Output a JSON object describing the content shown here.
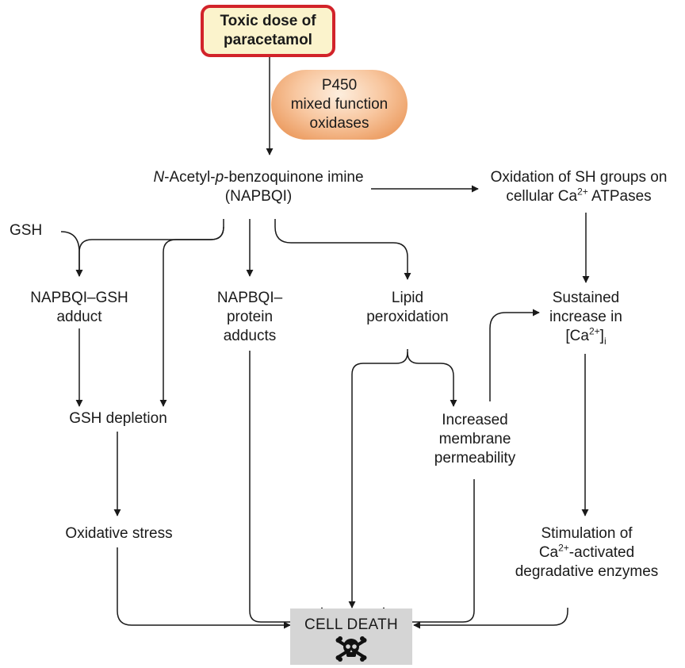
{
  "nodes": {
    "toxic_dose": {
      "line1": "Toxic dose of",
      "line2": "paracetamol"
    },
    "p450": {
      "line1": "P450",
      "line2": "mixed function",
      "line3": "oxidases"
    },
    "napbqi": {
      "prefix1": "N",
      "sep1": "-Acetyl-",
      "prefix2": "p",
      "rest": "-benzoquinone imine",
      "line2": "(NAPBQI)"
    },
    "oxidation_sh": {
      "line1": "Oxidation of SH groups on",
      "line2_pre": "cellular Ca",
      "line2_sup": "2+",
      "line2_post": " ATPases"
    },
    "gsh": "GSH",
    "napbqi_gsh": {
      "line1": "NAPBQI–GSH",
      "line2": "adduct"
    },
    "napbqi_protein": {
      "line1": "NAPBQI–",
      "line2": "protein",
      "line3": "adducts"
    },
    "lipid_perox": {
      "line1": "Lipid",
      "line2": "peroxidation"
    },
    "sustained_ca": {
      "line1": "Sustained",
      "line2": "increase in",
      "line3_pre": "[Ca",
      "line3_sup": "2+",
      "line3_post": "]",
      "line3_sub": "i"
    },
    "gsh_depletion": "GSH depletion",
    "membrane_perm": {
      "line1": "Increased",
      "line2": "membrane",
      "line3": "permeability"
    },
    "oxidative_stress": "Oxidative stress",
    "stimulation": {
      "line1": "Stimulation of",
      "line2_pre": "Ca",
      "line2_sup": "2+",
      "line2_post": "-activated",
      "line3": "degradative enzymes"
    },
    "cell_death": "CELL DEATH"
  },
  "icons": {
    "cell_death_icon": "skull-crossbones-icon"
  },
  "colors": {
    "toxic_border": "#d2232a",
    "toxic_fill": "#fbf3cc",
    "enzyme_fill": "#f2ad77",
    "death_fill": "#d5d5d5",
    "arrow": "#1a1a1a"
  }
}
